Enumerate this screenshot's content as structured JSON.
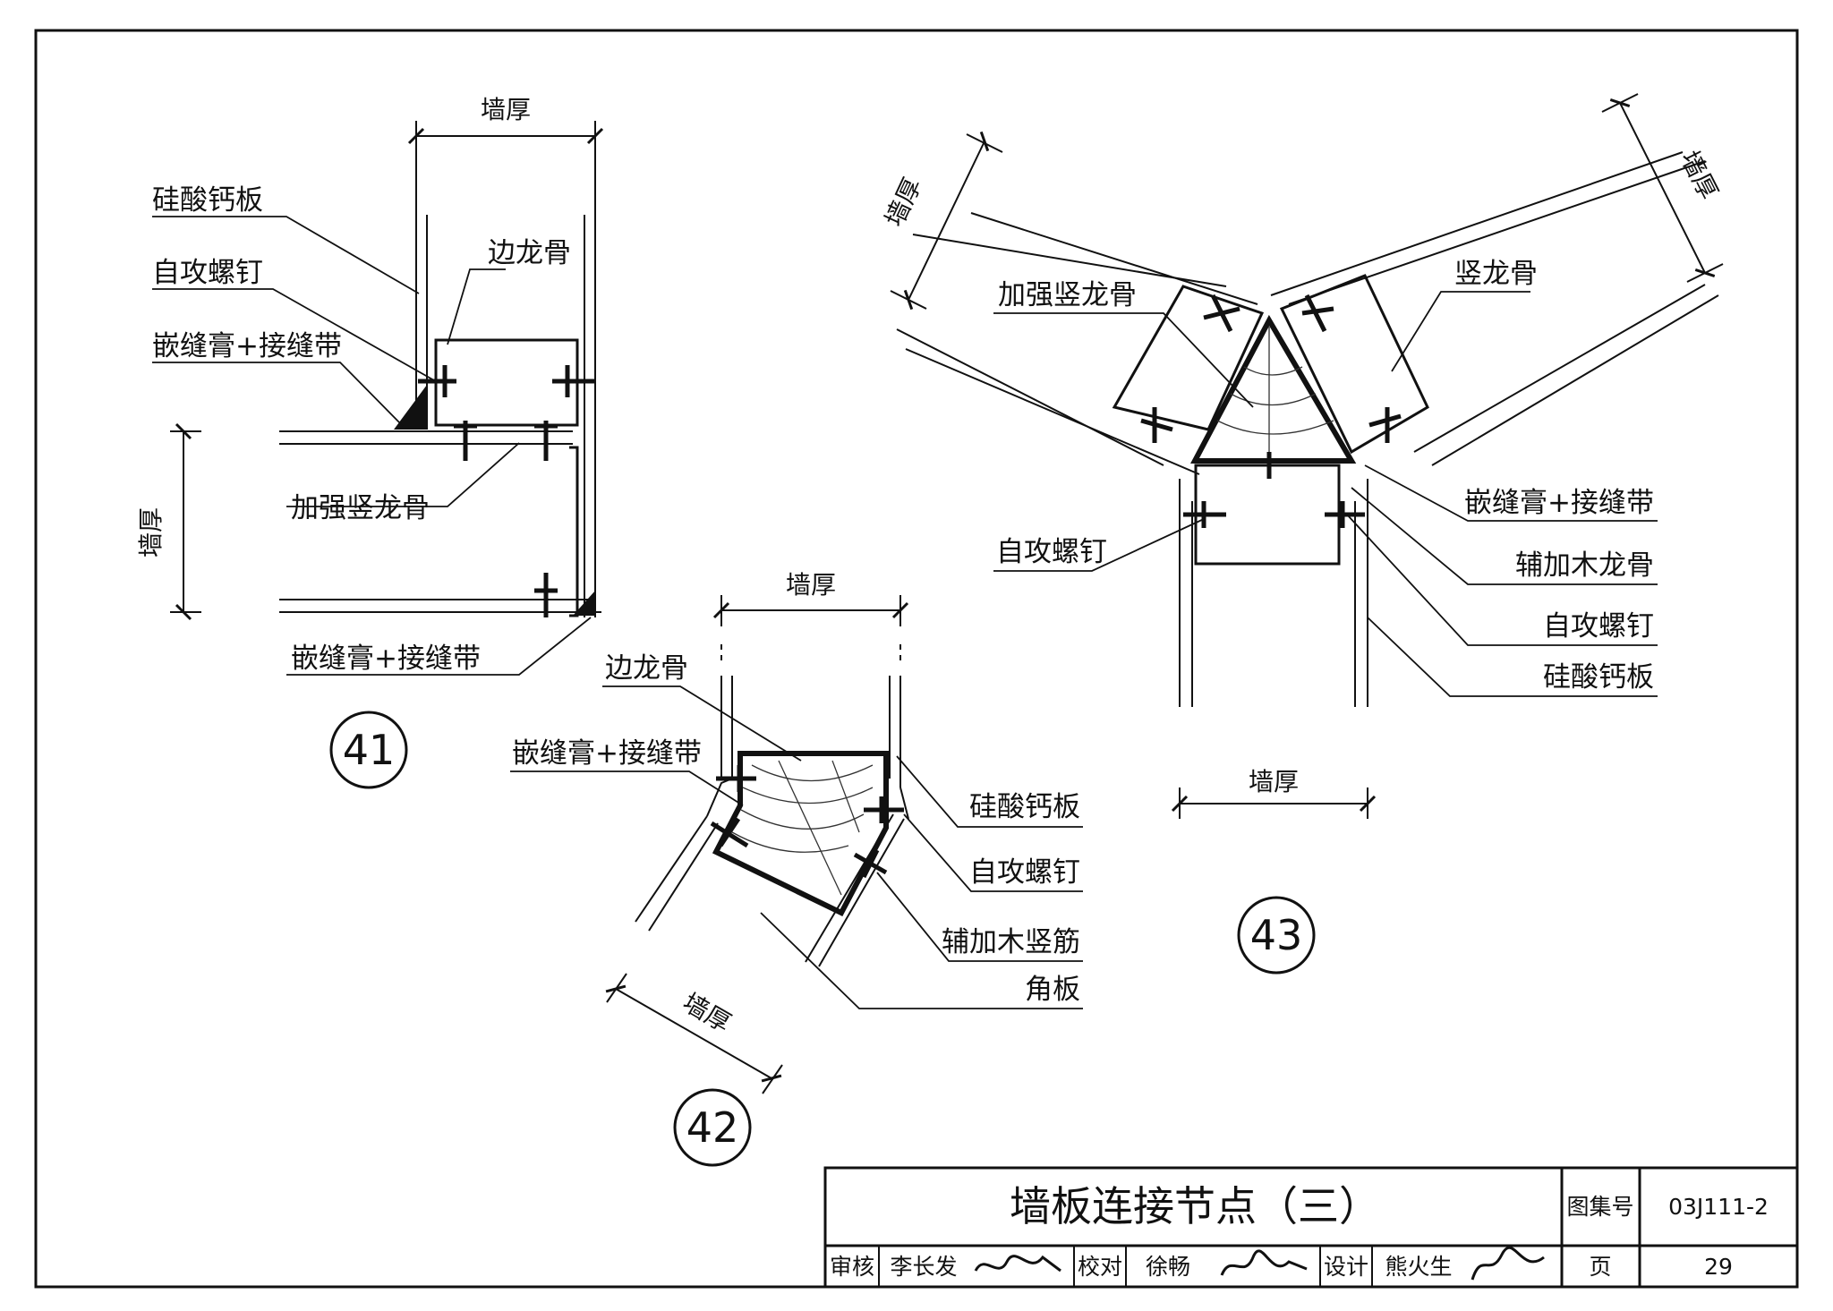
{
  "labels": {
    "wall_thickness": "墙厚",
    "calcium_silicate_board": "硅酸钙板",
    "self_tapping_screw": "自攻螺钉",
    "edge_keel": "边龙骨",
    "joint_compound_tape": "嵌缝膏+接缝带",
    "reinforced_vertical_keel": "加强竖龙骨",
    "vertical_keel": "竖龙骨",
    "additional_wood_keel": "辅加木龙骨",
    "additional_wood_vertical_bar": "辅加木竖筋",
    "corner_board": "角板"
  },
  "details": {
    "d41": "41",
    "d42": "42",
    "d43": "43"
  },
  "title_block": {
    "title": "墙板连接节点（三）",
    "atlas_label": "图集号",
    "atlas_number": "03J111-2",
    "review_label": "审核",
    "reviewer": "李长发",
    "check_label": "校对",
    "checker": "徐畅",
    "design_label": "设计",
    "designer": "熊火生",
    "page_label": "页",
    "page_number": "29"
  }
}
